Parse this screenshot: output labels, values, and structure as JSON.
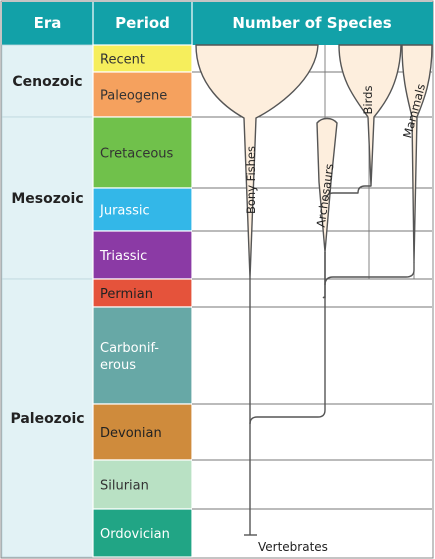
{
  "header": {
    "era_label": "Era",
    "period_label": "Period",
    "species_label": "Number of Species"
  },
  "eras": [
    {
      "name": "Cenozoic"
    },
    {
      "name": "Mesozoic"
    },
    {
      "name": "Paleozoic"
    }
  ],
  "periods": [
    {
      "name": "Recent",
      "color": "#f6ee5c",
      "text_color": "#333333"
    },
    {
      "name": "Paleogene",
      "color": "#f5a15e",
      "text_color": "#333333"
    },
    {
      "name": "Cretaceous",
      "color": "#70c14b",
      "text_color": "#333333"
    },
    {
      "name": "Jurassic",
      "color": "#33b7e8",
      "text_color": "#ffffff"
    },
    {
      "name": "Triassic",
      "color": "#8b3aa5",
      "text_color": "#ffffff"
    },
    {
      "name": "Permian",
      "color": "#e5533b",
      "text_color": "#222222"
    },
    {
      "name": "Carbonif-\nerous",
      "color": "#67a8a6",
      "text_color": "#ffffff"
    },
    {
      "name": "Devonian",
      "color": "#cf8b3c",
      "text_color": "#222222"
    },
    {
      "name": "Silurian",
      "color": "#b9e1c4",
      "text_color": "#333333"
    },
    {
      "name": "Ordovician",
      "color": "#21a585",
      "text_color": "#ffffff"
    }
  ],
  "clades": [
    {
      "name": "Bony Fishes"
    },
    {
      "name": "Archosaurs"
    },
    {
      "name": "Birds"
    },
    {
      "name": "Mammals"
    }
  ],
  "root_label": "Vertebrates",
  "colors": {
    "header_bg": "#12a1a8",
    "era_bg": "#e2f2f5",
    "clade_fill": "#fdeedd",
    "line": "#555555",
    "grid": "#777777"
  }
}
